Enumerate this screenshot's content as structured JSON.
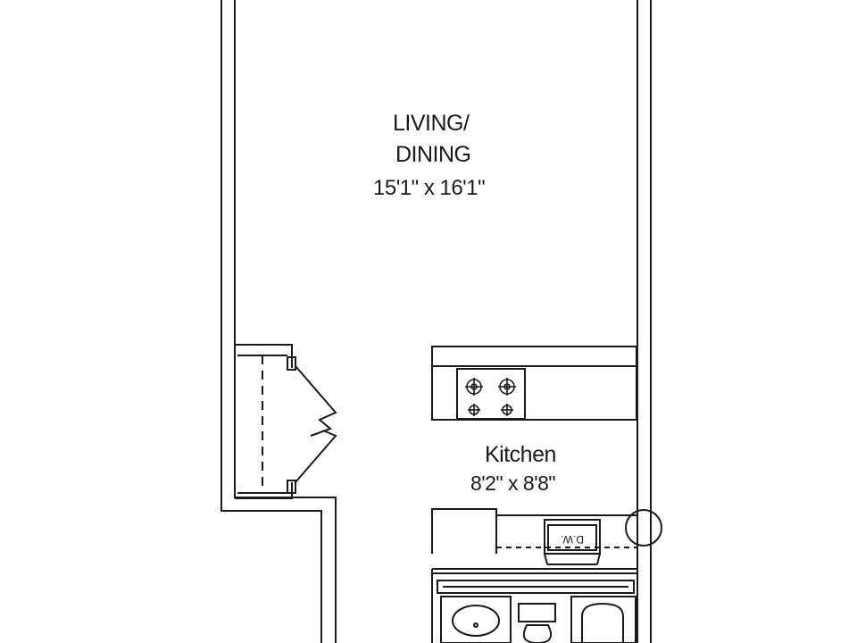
{
  "rooms": {
    "living_dining": {
      "label_line1": "LIVING/",
      "label_line2": "DINING",
      "dimensions": "15'1\" x 16'1\""
    },
    "kitchen": {
      "label": "Kitchen",
      "dimensions": "8'2\"  x 8'8\""
    }
  },
  "appliances": {
    "dishwasher_label": "D.W."
  },
  "colors": {
    "line": "#1a1a1a",
    "background": "#ffffff"
  }
}
